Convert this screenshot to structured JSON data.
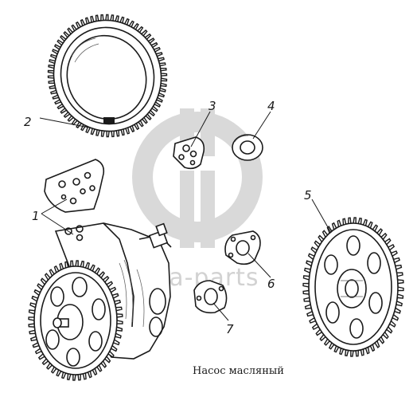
{
  "caption": "Насос масляный",
  "watermark": {
    "text": "data-parts",
    "color": "#cfcfcf"
  },
  "callouts": {
    "c1": "1",
    "c2": "2",
    "c3": "3",
    "c4": "4",
    "c5": "5",
    "c6": "6",
    "c7": "7"
  }
}
